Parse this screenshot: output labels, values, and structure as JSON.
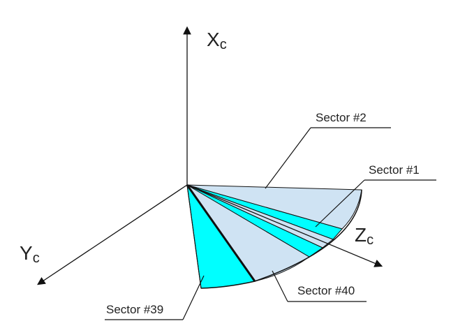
{
  "axes": {
    "x": {
      "letter": "X",
      "sub": "c"
    },
    "y": {
      "letter": "Y",
      "sub": "c"
    },
    "z": {
      "letter": "Z",
      "sub": "c"
    }
  },
  "sectors": [
    {
      "label": "Sector #2",
      "fill": "#cfe3f3"
    },
    {
      "label": "Sector #1",
      "fill": "#00ffff"
    },
    {
      "label": "Sector #40",
      "fill": "#cfe3f3"
    },
    {
      "label": "Sector #39",
      "fill": "#00ffff"
    }
  ],
  "colors": {
    "sector_light": "#cfe3f3",
    "sector_cyan": "#00ffff",
    "line": "#111111"
  }
}
